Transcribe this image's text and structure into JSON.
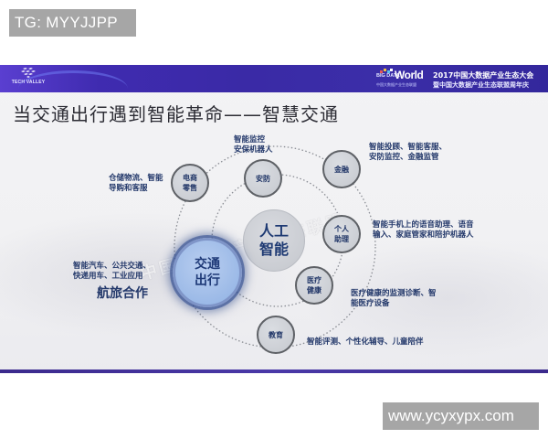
{
  "overlay": {
    "tag_label": "TG: MYYJJPP",
    "url_label": "www.ycyxypx.com"
  },
  "header": {
    "left_logo_text": "TECH VALLEY",
    "right_logo_small": "BIG DATA",
    "right_logo_word": "World",
    "right_logo_sub": "中国大数据产业生态联盟",
    "conference_line1": "2017中国大数据产业生态大会",
    "conference_line2": "暨中国大数据产业生态联盟周年庆",
    "colors": {
      "bar": "#3a2aa6",
      "bottom_line": "#3b2a8c"
    }
  },
  "slide": {
    "title": "当交通出行遇到智能革命——智慧交通",
    "watermark": "中国大数据产业生态联盟",
    "center": {
      "line1": "人工",
      "line2": "智能"
    },
    "highlight": {
      "line1": "交通",
      "line2": "出行",
      "desc_line1": "智能汽车、公共交通、",
      "desc_line2": "快递用车、工业应用",
      "desc_emphasis": "航旅合作",
      "color": "#9bb8e8"
    },
    "nodes": [
      {
        "id": "retail",
        "line1": "电商",
        "line2": "零售",
        "desc_line1": "仓储物流、智能",
        "desc_line2": "导购和客服"
      },
      {
        "id": "security",
        "line1": "安防",
        "line2": "",
        "desc_line1": "智能监控",
        "desc_line2": "安保机器人"
      },
      {
        "id": "finance",
        "line1": "金融",
        "line2": "",
        "desc_line1": "智能投顾、智能客服、",
        "desc_line2": "安防监控、金融监管"
      },
      {
        "id": "assistant",
        "line1": "个人",
        "line2": "助理",
        "desc_line1": "智能手机上的语音助理、语音",
        "desc_line2": "输入、家庭管家和陪护机器人"
      },
      {
        "id": "health",
        "line1": "医疗",
        "line2": "健康",
        "desc_line1": "医疗健康的监测诊断、智",
        "desc_line2": "能医疗设备"
      },
      {
        "id": "education",
        "line1": "教育",
        "line2": "",
        "desc_line1": "智能评测、个性化辅导、儿童陪伴",
        "desc_line2": ""
      }
    ]
  }
}
